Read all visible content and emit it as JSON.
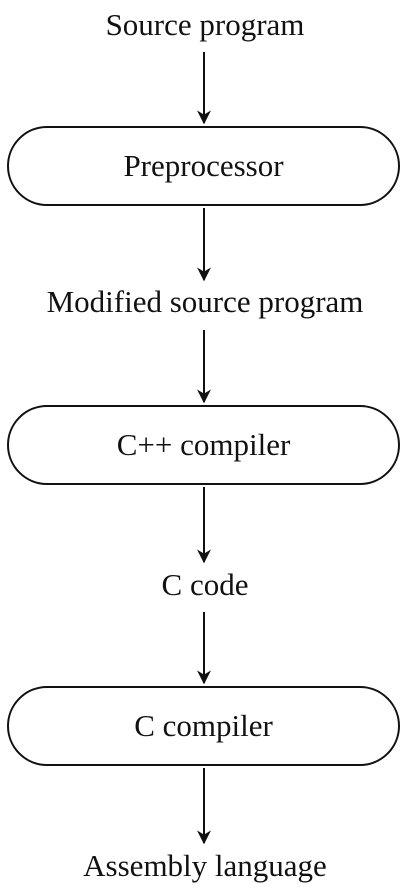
{
  "steps": [
    {
      "kind": "text",
      "label": "Source program"
    },
    {
      "kind": "process",
      "label": "Preprocessor"
    },
    {
      "kind": "text",
      "label": "Modified source program"
    },
    {
      "kind": "process",
      "label": "C++ compiler"
    },
    {
      "kind": "text",
      "label": "C code"
    },
    {
      "kind": "process",
      "label": "C compiler"
    },
    {
      "kind": "text",
      "label": "Assembly language"
    }
  ]
}
